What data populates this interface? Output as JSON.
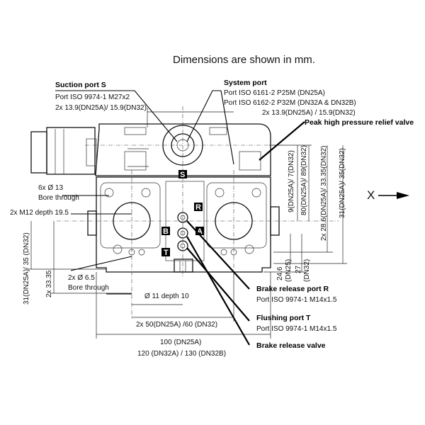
{
  "title": "Dimensions are shown in mm.",
  "axis_label": "X",
  "ports": {
    "suction": {
      "name": "Suction port S",
      "spec": "Port ISO 9974-1 M27x2"
    },
    "system": {
      "name": "System port",
      "spec1": "Port ISO 6161-2 P25M (DN25A)",
      "spec2": "Port ISO 6162-2 P32M (DN32A & DN32B)"
    },
    "peak_valve": {
      "name": "Peak high pressure relief valve"
    },
    "brake_release_port": {
      "name": "Brake release port R",
      "spec": "Port ISO 9974-1 M14x1.5"
    },
    "flushing_port": {
      "name": "Flushing port T",
      "spec": "Port ISO 9974-1 M14x1.5"
    },
    "brake_valve": {
      "name": "Brake release valve"
    }
  },
  "dimensions": {
    "suction_spacing": "2x 13.9(DN25A)/ 15.9(DN32)",
    "system_spacing": "2x 13.9(DN25A) / 15.9(DN32)",
    "bore_13_count": "6x Ø 13",
    "bore_13_note": "Bore through",
    "m12": "2x M12 depth 19.5",
    "bore_65_count": "2x Ø 6.5",
    "bore_65_note": "Bore through",
    "depth_11": "Ø 11 depth 10",
    "spacing_50": "2x 50(DN25A) /60 (DN32)",
    "width_100": "100 (DN25A)",
    "width_120": "120 (DN32A) / 130 (DN32B)",
    "left_31": "31(DN25A)/ 35 (DN32)",
    "left_3335": "2x 33.35",
    "v_7": "9(DN25A)/ 7(DN32)",
    "v_89": "80(DN25A)/ 89(DN32)",
    "v_3335": "2x 28.6(DN25A)/ 33.35(DN32)",
    "v_35": "31(DN25A)/ 35(DN32)",
    "v_246": "24.6",
    "v_25": "(DN25)",
    "v_27": "27",
    "v_32": "(DN32)"
  },
  "port_letters": {
    "s": "S",
    "r": "R",
    "b": "B",
    "a": "A",
    "t": "T"
  }
}
